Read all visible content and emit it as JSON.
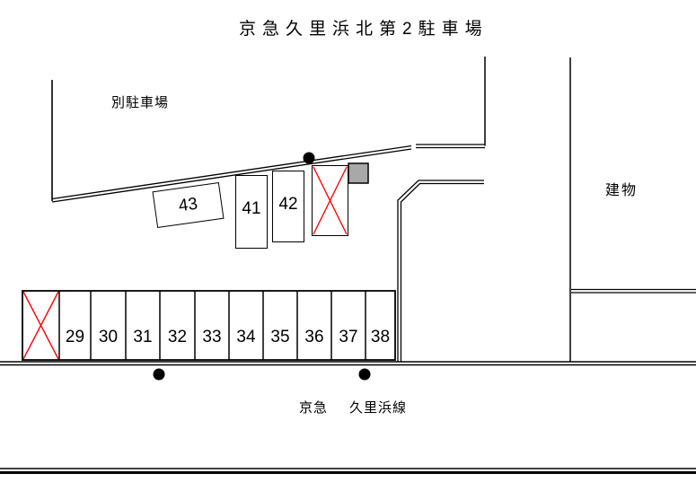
{
  "title": "京急久里浜北第2駐車場",
  "labels": {
    "annex_lot": "別駐車場",
    "building": "建物",
    "railway_company": "京急",
    "railway_line": "久里浜線"
  },
  "parking": {
    "middle_row": {
      "spaces": [
        {
          "number": "43",
          "closed": false
        },
        {
          "number": "41",
          "closed": false
        },
        {
          "number": "42",
          "closed": false
        },
        {
          "number": "",
          "closed": true
        }
      ]
    },
    "bottom_row": {
      "first_space_closed": true,
      "numbers": [
        "29",
        "30",
        "31",
        "32",
        "33",
        "34",
        "35",
        "36",
        "37",
        "38"
      ]
    }
  },
  "colors": {
    "closed_cross": "#ff0000",
    "line": "#000000",
    "block_gray": "#a8a8a8",
    "marker": "#000000"
  }
}
